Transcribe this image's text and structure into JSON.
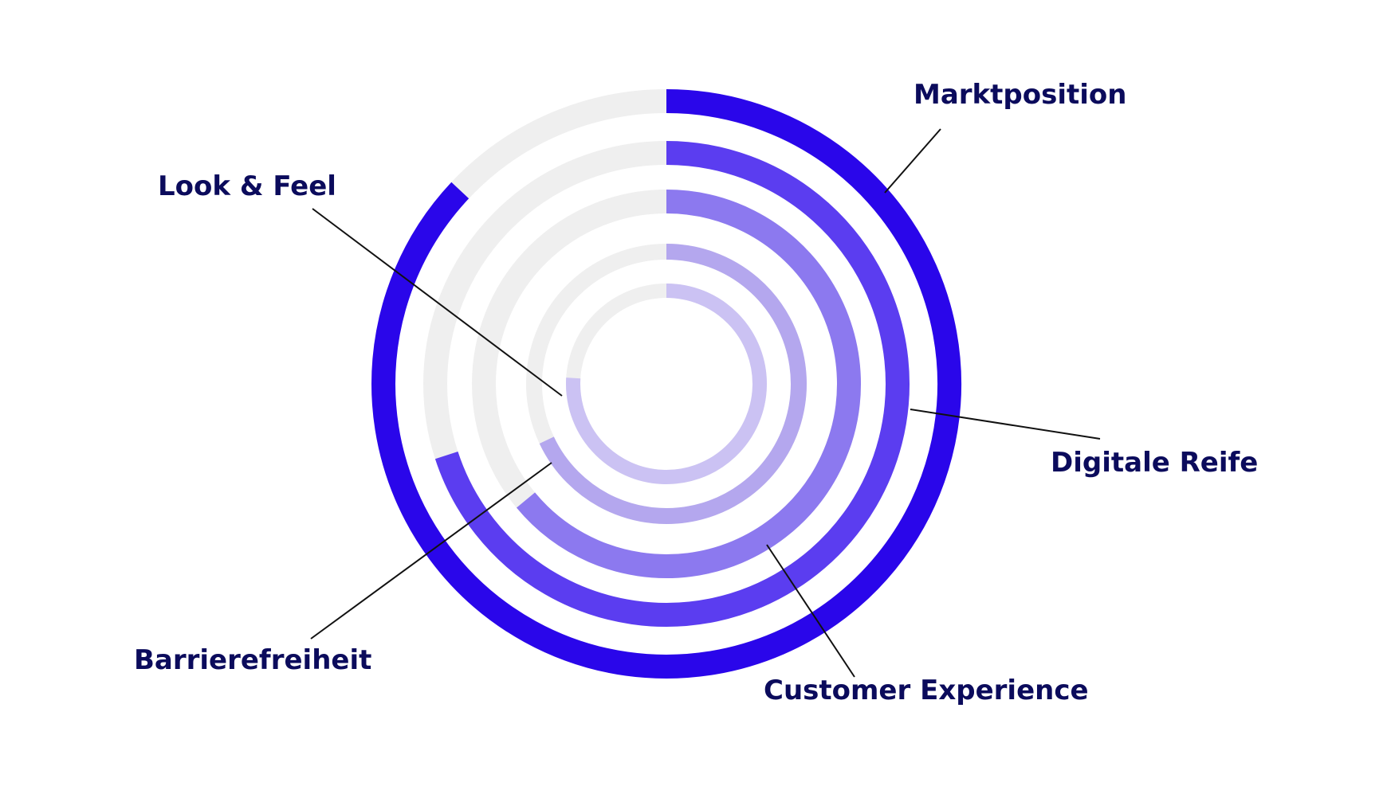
{
  "chart_data": {
    "type": "radial-bar",
    "title": "",
    "track_color": "#efefef",
    "series": [
      {
        "name": "Marktposition",
        "percent": 87,
        "color": "#2a06ea"
      },
      {
        "name": "Digitale Reife",
        "percent": 70,
        "color": "#5b3df0"
      },
      {
        "name": "Customer Experience",
        "percent": 64,
        "color": "#8c79ef"
      },
      {
        "name": "Barrierefreiheit",
        "percent": 68,
        "color": "#b4a7ee"
      },
      {
        "name": "Look & Feel",
        "percent": 76,
        "color": "#cbc2f3"
      }
    ]
  }
}
